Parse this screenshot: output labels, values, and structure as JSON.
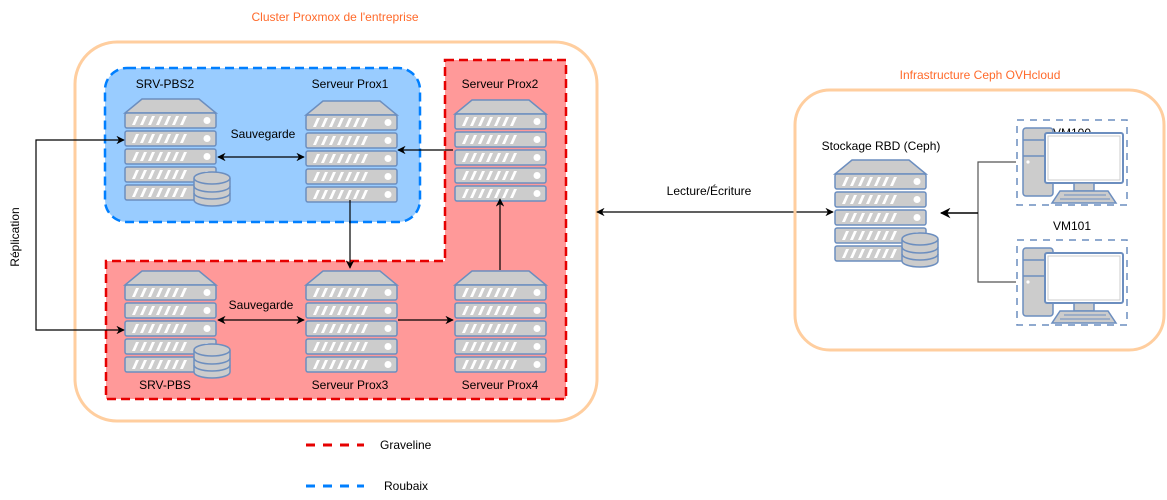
{
  "colors": {
    "cluster_border": "#FFCE9F",
    "title_orange": "#FF6A2B",
    "graveline_fill": "#FF9999",
    "graveline_border": "#E60000",
    "roubaix_fill": "#99CCFF",
    "roubaix_border": "#007FFF",
    "server_fill": "#CCCCCC",
    "server_stroke": "#6C8EBF"
  },
  "groups": {
    "cluster": {
      "title": "Cluster Proxmox de l'entreprise"
    },
    "ceph": {
      "title": "Infrastructure Ceph OVHcloud"
    }
  },
  "nodes": {
    "srv_pbs2": {
      "label": "SRV-PBS2",
      "type": "backup-server"
    },
    "prox1": {
      "label": "Serveur Prox1",
      "type": "server"
    },
    "prox2": {
      "label": "Serveur Prox2",
      "type": "server"
    },
    "srv_pbs": {
      "label": "SRV-PBS",
      "type": "backup-server"
    },
    "prox3": {
      "label": "Serveur Prox3",
      "type": "server"
    },
    "prox4": {
      "label": "Serveur Prox4",
      "type": "server"
    },
    "ceph_storage": {
      "label": "Stockage RBD (Ceph)",
      "type": "storage-server"
    },
    "vm100": {
      "label": "VM100",
      "type": "virtual-machine"
    },
    "vm101": {
      "label": "VM101",
      "type": "virtual-machine"
    }
  },
  "edges": {
    "backup_top": {
      "label": "Sauvegarde",
      "from": "srv_pbs2",
      "to": "prox1",
      "bidirectional": true
    },
    "backup_bottom": {
      "label": "Sauvegarde",
      "from": "srv_pbs",
      "to": "prox3",
      "bidirectional": true
    },
    "replication": {
      "label": "Réplication",
      "from": "srv_pbs2",
      "to": "srv_pbs",
      "bidirectional": true
    },
    "read_write": {
      "label": "Lecture/Écriture",
      "from": "cluster",
      "to": "ceph_storage",
      "bidirectional": true
    },
    "prox2_to_prox1": {
      "label": "",
      "from": "prox2",
      "to": "prox1"
    },
    "prox1_to_prox3": {
      "label": "",
      "from": "prox1",
      "to": "prox3"
    },
    "prox3_to_prox4": {
      "label": "",
      "from": "prox3",
      "to": "prox4"
    },
    "prox4_to_prox2": {
      "label": "",
      "from": "prox4",
      "to": "prox2"
    },
    "vms_to_storage": {
      "label": "",
      "from": [
        "vm100",
        "vm101"
      ],
      "to": "ceph_storage"
    }
  },
  "legend": {
    "items": [
      {
        "label": "Graveline",
        "color": "#E60000"
      },
      {
        "label": "Roubaix",
        "color": "#007FFF"
      }
    ]
  }
}
